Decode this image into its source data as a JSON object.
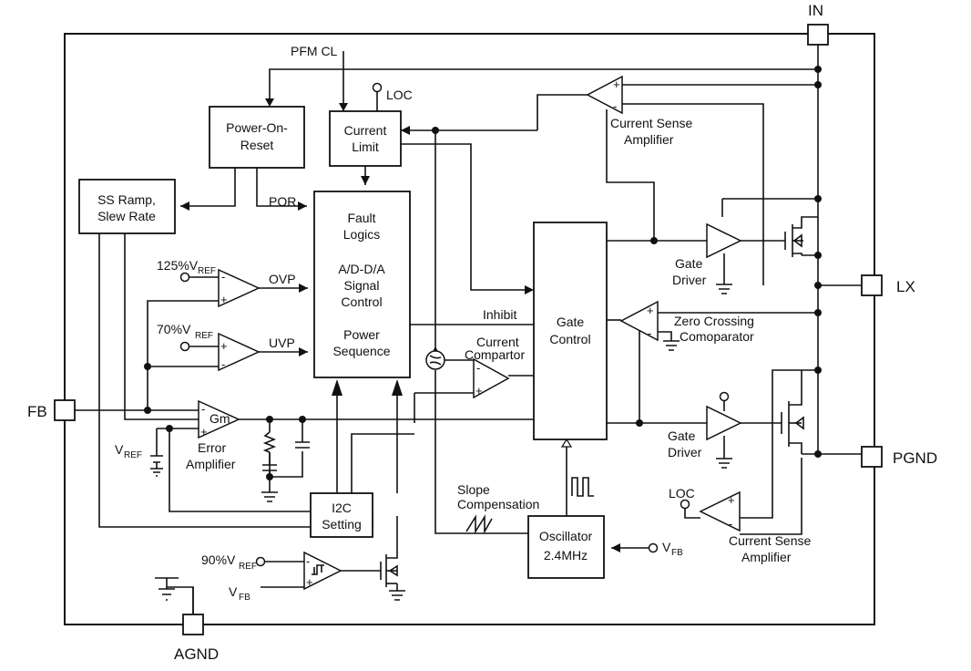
{
  "pins": {
    "in": "IN",
    "lx": "LX",
    "fb": "FB",
    "pgnd": "PGND",
    "agnd": "AGND"
  },
  "blocks": {
    "power_on_reset": [
      "Power-On-",
      "Reset"
    ],
    "current_limit": [
      "Current",
      "Limit"
    ],
    "ss_ramp": [
      "SS Ramp,",
      "Slew Rate"
    ],
    "fault_logic": [
      "Fault",
      "Logics",
      "A/D-D/A",
      "Signal",
      "Control",
      "Power",
      "Sequence"
    ],
    "gate_control": [
      "Gate",
      "Control"
    ],
    "i2c": [
      "I2C",
      "Setting"
    ],
    "oscillator": [
      "Oscillator",
      "2.4MHz"
    ]
  },
  "labels": {
    "pfm_cl": "PFM CL",
    "loc": "LOC",
    "por": "POR",
    "ovp": "OVP",
    "uvp": "UVP",
    "inhibit": "Inhibit",
    "vref_125": "125%V",
    "vref_70": "70%V",
    "vref_90": "90%V",
    "ref_sub": "REF",
    "v": "V",
    "fb_sub": "FB",
    "gm": "Gm",
    "error_amp": [
      "Error",
      "Amplifier"
    ],
    "current_sense_top": [
      "Current Sense",
      "Amplifier"
    ],
    "current_sense_bottom": [
      "Current Sense",
      "Amplifier"
    ],
    "gate_driver_top": [
      "Gate",
      "Driver"
    ],
    "gate_driver_bottom": [
      "Gate",
      "Driver"
    ],
    "zero_crossing": [
      "Zero Crossing",
      "Comoparator"
    ],
    "current_comparator": [
      "Current",
      "Compartor"
    ],
    "slope_comp": [
      "Slope",
      "Compensation"
    ],
    "plus": "+",
    "minus": "-"
  }
}
